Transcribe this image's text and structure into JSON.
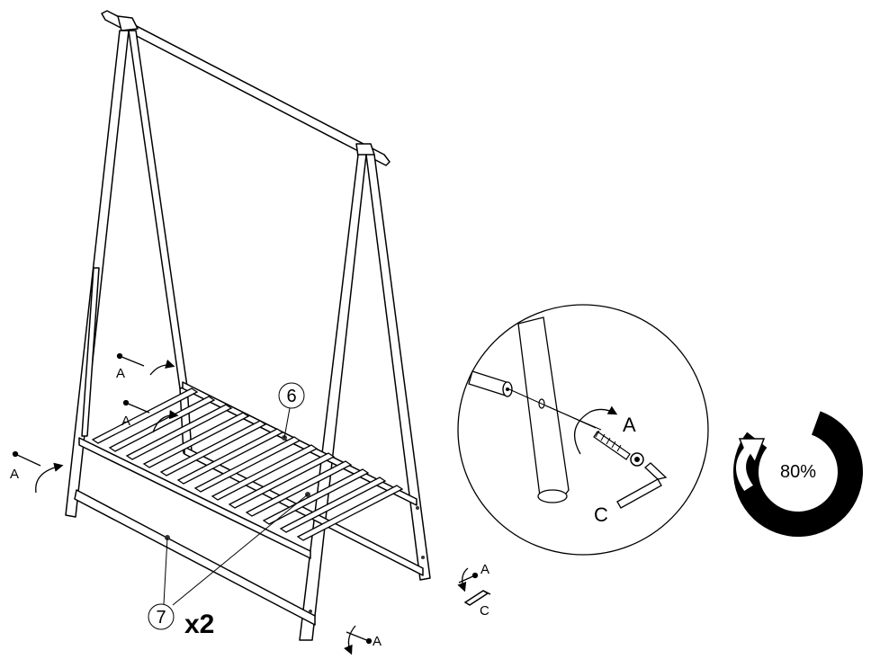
{
  "diagram": {
    "labels": {
      "screw": "A",
      "allen_key": "C",
      "part_shelf": "6",
      "part_rail": "7",
      "quantity": "x2",
      "torque": "80%"
    }
  },
  "colors": {
    "line": "#000000",
    "background": "#ffffff",
    "gauge": "#000000"
  },
  "icons": [
    "screw-icon",
    "allen-key-icon",
    "rotation-arrow-icon",
    "progress-ring-icon"
  ],
  "chart_data": {
    "type": "gauge",
    "values": [
      80
    ],
    "unit": "%"
  }
}
